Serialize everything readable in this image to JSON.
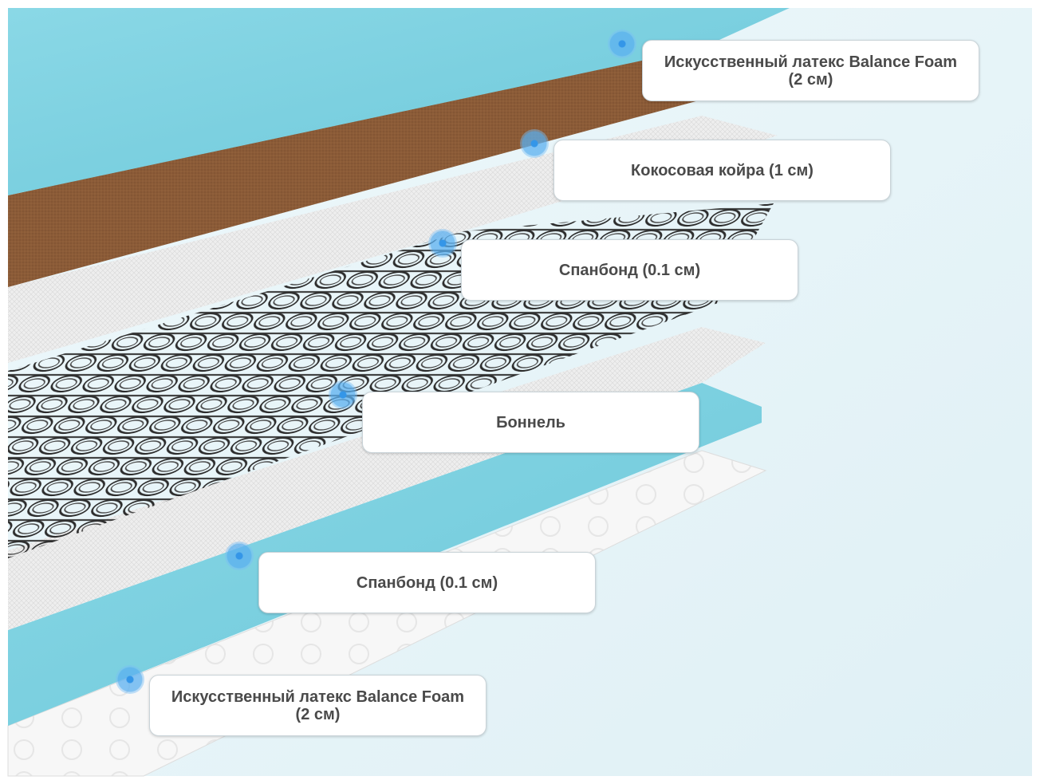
{
  "labels": [
    {
      "text": "Искусственный латекс Balance Foam (2 см)"
    },
    {
      "text": "Кокосовая койра (1 см)"
    },
    {
      "text": "Спанбонд (0.1 см)"
    },
    {
      "text": "Боннель"
    },
    {
      "text": "Спанбонд (0.1 см)"
    },
    {
      "text": "Искусственный латекс Balance Foam (2 см)"
    }
  ],
  "colors": {
    "foam": "#7fd3e2",
    "coir": "#8a5a38",
    "spunbond": "#ececec",
    "spring": "#2c2c2c",
    "marker": "#3a98e6"
  }
}
